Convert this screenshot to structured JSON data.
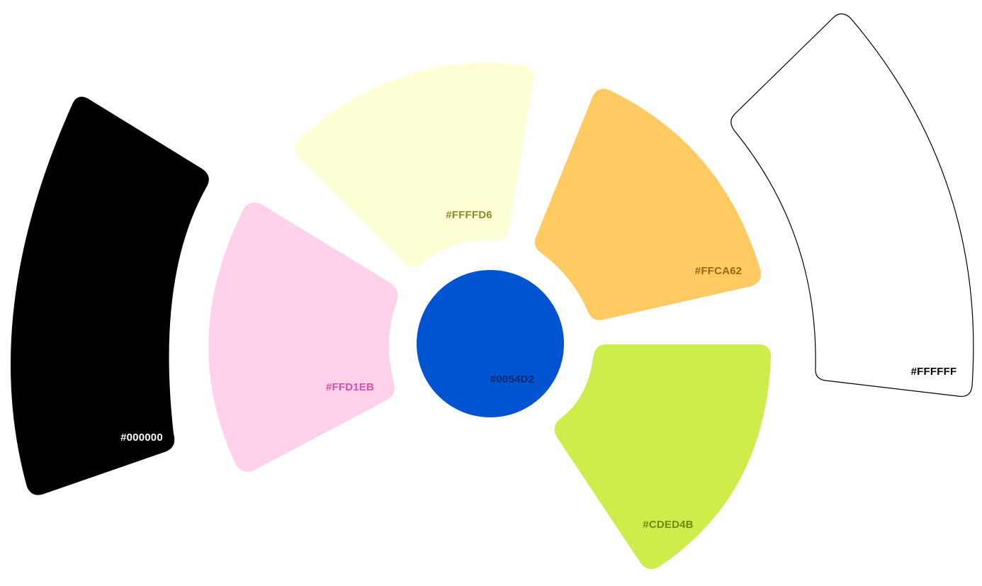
{
  "swatches": [
    {
      "id": "black",
      "hex": "#000000",
      "label": "#000000",
      "fill": "#000000",
      "label_color": "#ffffff"
    },
    {
      "id": "pink",
      "hex": "#FFD1EB",
      "label": "#FFD1EB",
      "fill": "#FFD1EB",
      "label_color": "#d84fa6"
    },
    {
      "id": "cream",
      "hex": "#FFFFD6",
      "label": "#FFFFD6",
      "fill": "#FFFFD6",
      "label_color": "#8c8a2b"
    },
    {
      "id": "orange",
      "hex": "#FFCA62",
      "label": "#FFCA62",
      "fill": "#FFCA62",
      "label_color": "#9a6612"
    },
    {
      "id": "lime",
      "hex": "#CDED4B",
      "label": "#CDED4B",
      "fill": "#CDED4B",
      "label_color": "#6f8a12"
    },
    {
      "id": "white",
      "hex": "#FFFFFF",
      "label": "#FFFFFF",
      "fill": "#FFFFFF",
      "label_color": "#000000",
      "outline": "#000000"
    },
    {
      "id": "blue",
      "hex": "#0054D2",
      "label": "#0054D2",
      "fill": "#0054D2",
      "label_color": "#062a66"
    }
  ]
}
